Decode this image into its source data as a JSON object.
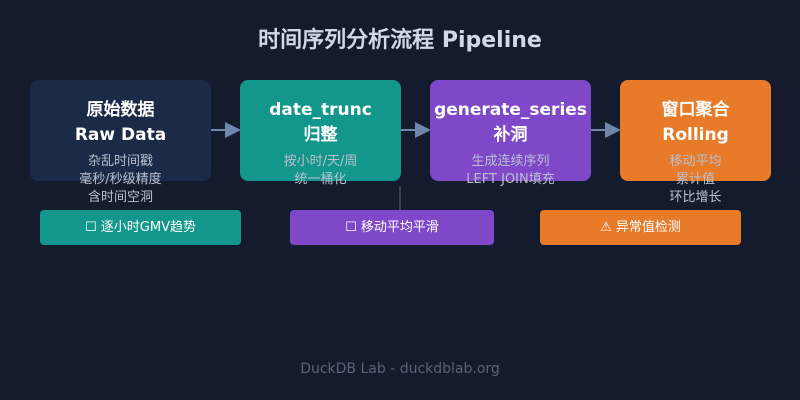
{
  "title": "时间序列分析流程 Pipeline",
  "steps": [
    {
      "name_line1": "原始数据",
      "name_line2": "Raw Data",
      "desc": [
        "杂乱时间戳",
        "毫秒/秒级精度",
        "含时间空洞"
      ],
      "color": "#1b2a47"
    },
    {
      "name_line1": "date_trunc",
      "name_line2": "归整",
      "desc": [
        "按小时/天/周",
        "统一桶化"
      ],
      "color": "#13968b"
    },
    {
      "name_line1": "generate_series",
      "name_line2": "补洞",
      "desc": [
        "生成连续序列",
        "LEFT JOIN填充"
      ],
      "color": "#7e48c9"
    },
    {
      "name_line1": "窗口聚合",
      "name_line2": "Rolling",
      "desc": [
        "移动平均",
        "累计值",
        "环比增长"
      ],
      "color": "#e87b29"
    }
  ],
  "tags": [
    {
      "icon": "☐",
      "label": "逐小时GMV趋势",
      "color": "#13968b",
      "icon_name": "chart-icon"
    },
    {
      "icon": "☐",
      "label": "移动平均平滑",
      "color": "#7e48c9",
      "icon_name": "wave-icon"
    },
    {
      "icon": "⚠",
      "label": "异常值检测",
      "color": "#e87b29",
      "icon_name": "warning-icon"
    }
  ],
  "footer": "DuckDB Lab - duckdblab.org",
  "colors": {
    "background": "#141b2d",
    "arrow": "#6f87ad",
    "connector": "#5a6378"
  }
}
